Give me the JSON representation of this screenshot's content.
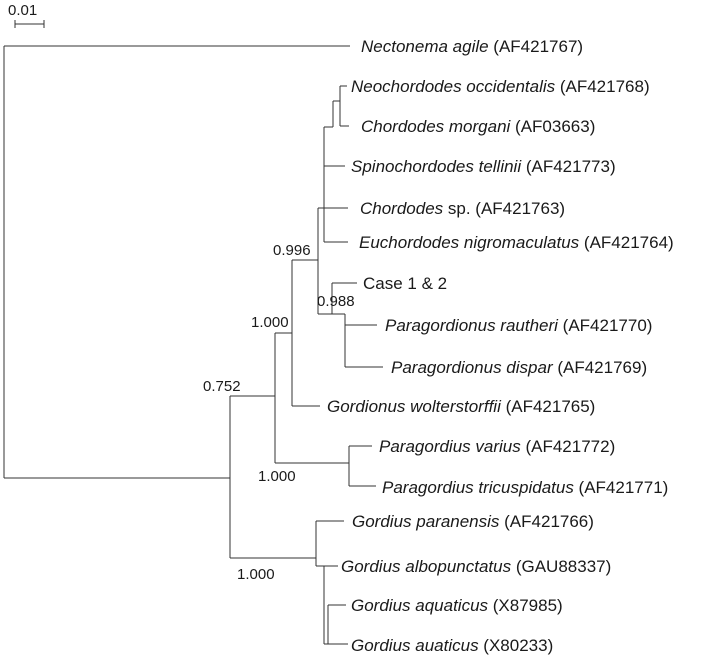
{
  "scale_bar": {
    "label": "0.01"
  },
  "taxa": [
    {
      "id": "t1",
      "species": "Nectonema agile",
      "suffix": " (AF421767)"
    },
    {
      "id": "t2",
      "species": "Neochordodes occidentalis",
      "suffix": " (AF421768)"
    },
    {
      "id": "t3",
      "species": "Chordodes morgani",
      "suffix": " (AF03663)"
    },
    {
      "id": "t4",
      "species": "Spinochordodes tellinii",
      "suffix": " (AF421773)"
    },
    {
      "id": "t5",
      "species": "Chordodes",
      "suffix": " sp. (AF421763)"
    },
    {
      "id": "t6",
      "species": "Euchordodes nigromaculatus",
      "suffix": " (AF421764)"
    },
    {
      "id": "t7",
      "species": "",
      "suffix": "Case 1 & 2"
    },
    {
      "id": "t8",
      "species": "Paragordionus rautheri",
      "suffix": " (AF421770)"
    },
    {
      "id": "t9",
      "species": "Paragordionus dispar",
      "suffix": " (AF421769)"
    },
    {
      "id": "t10",
      "species": "Gordionus wolterstorffii",
      "suffix": " (AF421765)"
    },
    {
      "id": "t11",
      "species": "Paragordius varius",
      "suffix": " (AF421772)"
    },
    {
      "id": "t12",
      "species": "Paragordius tricuspidatus",
      "suffix": " (AF421771)"
    },
    {
      "id": "t13",
      "species": "Gordius paranensis",
      "suffix": " (AF421766)"
    },
    {
      "id": "t14",
      "species": "Gordius albopunctatus",
      "suffix": " (GAU88337)"
    },
    {
      "id": "t15",
      "species": "Gordius aquaticus",
      "suffix": " (X87985)"
    },
    {
      "id": "t16",
      "species": "Gordius auaticus",
      "suffix": " (X80233)"
    }
  ],
  "support_values": {
    "chordodidae": "0.996",
    "paragordionus": "0.988",
    "gordiinae_inner": "1.000",
    "paragordius": "1.000",
    "ingroup": "0.752",
    "gordius": "1.000"
  }
}
